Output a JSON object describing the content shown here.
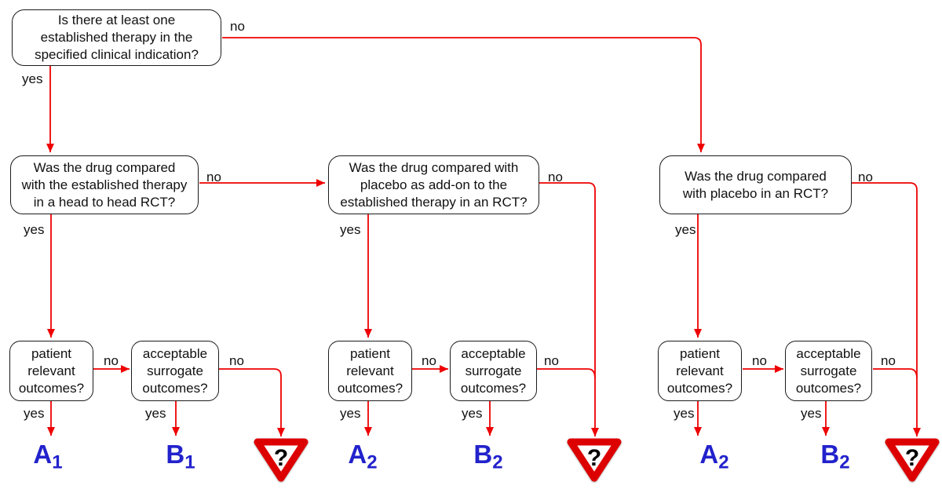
{
  "colors": {
    "line-red": "#ee0000",
    "outcome-blue": "#2222cc",
    "triangle-red": "#dd0000",
    "box-border": "#1c1c1c",
    "text": "#111111",
    "background": "#ffffff"
  },
  "labels": {
    "yes": "yes",
    "no": "no"
  },
  "questions": {
    "established_therapy": "Is there at least one\nestablished therapy in the\nspecified clinical indication?",
    "head_to_head": "Was the drug compared\nwith the established therapy\nin a head to head RCT?",
    "addon_placebo": "Was the drug compared  with\nplacebo as add-on to the\nestablished therapy in an RCT?",
    "placebo_rct": "Was the drug compared\nwith placebo in an RCT?",
    "patient_relevant": "patient\nrelevant\noutcomes?",
    "acceptable_surrogate": "acceptable\nsurrogate\noutcomes?"
  },
  "outcomes": [
    {
      "letter": "A",
      "sub": "1"
    },
    {
      "letter": "B",
      "sub": "1"
    },
    {
      "letter": "A",
      "sub": "2"
    },
    {
      "letter": "B",
      "sub": "2"
    },
    {
      "letter": "A",
      "sub": "2"
    },
    {
      "letter": "B",
      "sub": "2"
    }
  ],
  "unknown": {
    "symbol": "?"
  }
}
